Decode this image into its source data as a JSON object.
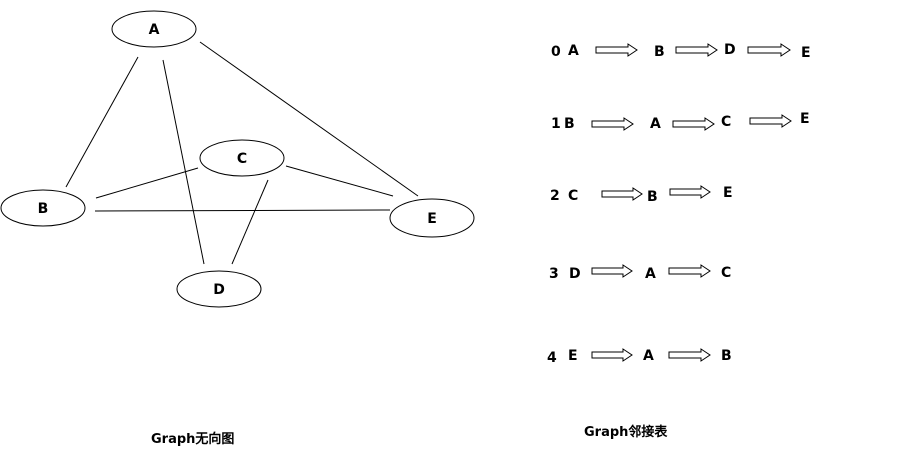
{
  "graph": {
    "caption": "Graph无向图",
    "nodes": [
      "A",
      "B",
      "C",
      "D",
      "E"
    ],
    "edges": [
      [
        "A",
        "B"
      ],
      [
        "A",
        "D"
      ],
      [
        "A",
        "E"
      ],
      [
        "B",
        "C"
      ],
      [
        "B",
        "E"
      ],
      [
        "C",
        "E"
      ],
      [
        "C",
        "D"
      ]
    ]
  },
  "adjacency": {
    "caption": "Graph邻接表",
    "rows": [
      {
        "index": "0",
        "vertex": "A",
        "neighbors": [
          "B",
          "D",
          "E"
        ]
      },
      {
        "index": "1",
        "vertex": "B",
        "neighbors": [
          "A",
          "C",
          "E"
        ]
      },
      {
        "index": "2",
        "vertex": "C",
        "neighbors": [
          "B",
          "E"
        ]
      },
      {
        "index": "3",
        "vertex": "D",
        "neighbors": [
          "A",
          "C"
        ]
      },
      {
        "index": "4",
        "vertex": "E",
        "neighbors": [
          "A",
          "B"
        ]
      }
    ]
  }
}
